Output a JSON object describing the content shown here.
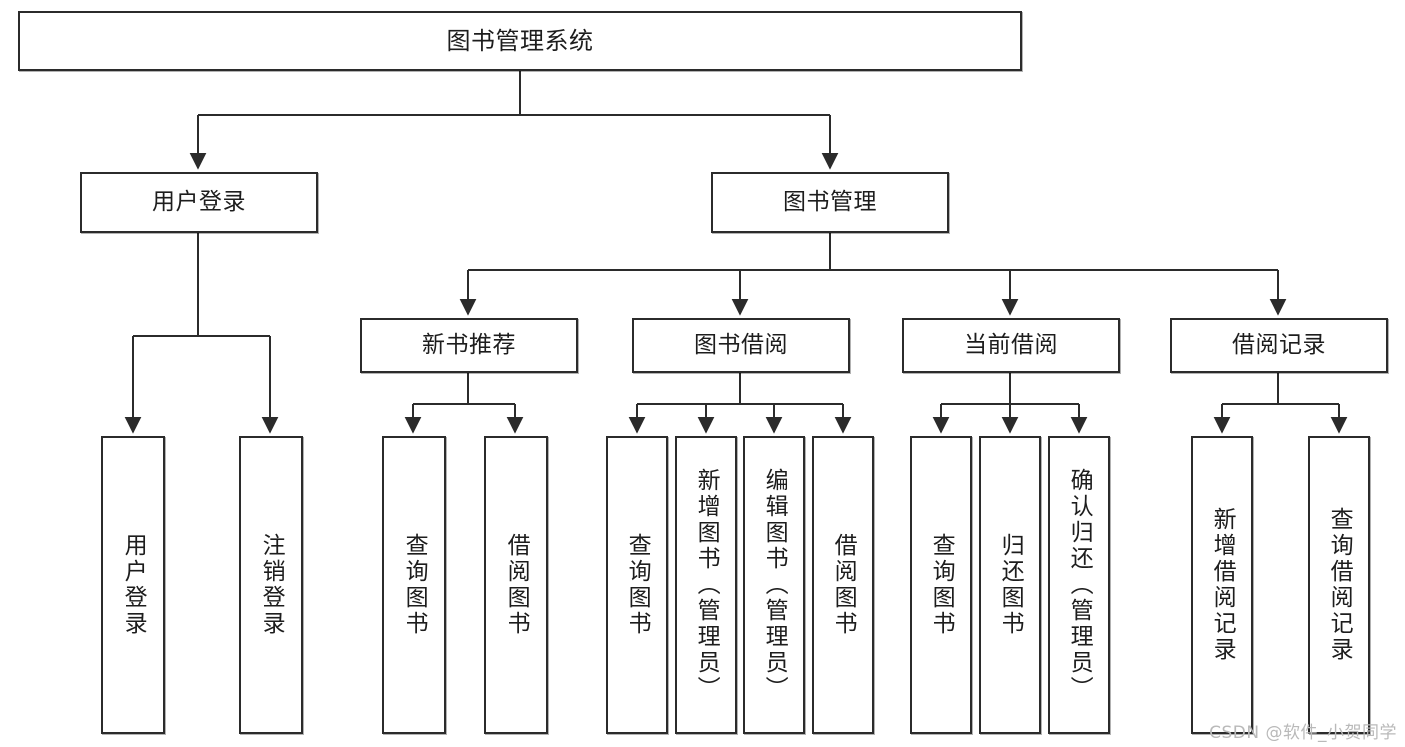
{
  "diagram": {
    "type": "tree",
    "title": "图书管理系统",
    "orientation": "top-down",
    "line_color": "#2b2b2b",
    "box_fill": "#ffffff",
    "box_border": "#2b2b2b",
    "text_color": "#1d1d1d",
    "nodes": {
      "root": {
        "label": "图书管理系统",
        "level": 0
      },
      "l1": [
        {
          "id": "user-login",
          "label": "用户登录",
          "level": 1
        },
        {
          "id": "book-admin",
          "label": "图书管理",
          "level": 1
        }
      ],
      "l2": [
        {
          "id": "new-book-recommend",
          "label": "新书推荐",
          "level": 2,
          "parent": "book-admin"
        },
        {
          "id": "book-borrow",
          "label": "图书借阅",
          "level": 2,
          "parent": "book-admin"
        },
        {
          "id": "current-borrow",
          "label": "当前借阅",
          "level": 2,
          "parent": "book-admin"
        },
        {
          "id": "borrow-record",
          "label": "借阅记录",
          "level": 2,
          "parent": "book-admin"
        }
      ],
      "leaves": [
        {
          "id": "leaf-user-login",
          "label": "用户登录",
          "parent": "user-login"
        },
        {
          "id": "leaf-user-logout",
          "label": "注销登录",
          "parent": "user-login"
        },
        {
          "id": "leaf-query-book-1",
          "label": "查询图书",
          "parent": "new-book-recommend"
        },
        {
          "id": "leaf-borrow-book-1",
          "label": "借阅图书",
          "parent": "new-book-recommend"
        },
        {
          "id": "leaf-query-book-2",
          "label": "查询图书",
          "parent": "book-borrow"
        },
        {
          "id": "leaf-add-book",
          "label": "新增图书（管理员）",
          "parent": "book-borrow"
        },
        {
          "id": "leaf-edit-book",
          "label": "编辑图书（管理员）",
          "parent": "book-borrow"
        },
        {
          "id": "leaf-borrow-book-2",
          "label": "借阅图书",
          "parent": "book-borrow"
        },
        {
          "id": "leaf-query-book-3",
          "label": "查询图书",
          "parent": "current-borrow"
        },
        {
          "id": "leaf-return-book",
          "label": "归还图书",
          "parent": "current-borrow"
        },
        {
          "id": "leaf-confirm-return",
          "label": "确认归还（管理员）",
          "parent": "current-borrow"
        },
        {
          "id": "leaf-add-record",
          "label": "新增借阅记录",
          "parent": "borrow-record"
        },
        {
          "id": "leaf-query-record",
          "label": "查询借阅记录",
          "parent": "borrow-record"
        }
      ]
    }
  },
  "watermark": {
    "text": "CSDN @软件_小贺同学"
  }
}
